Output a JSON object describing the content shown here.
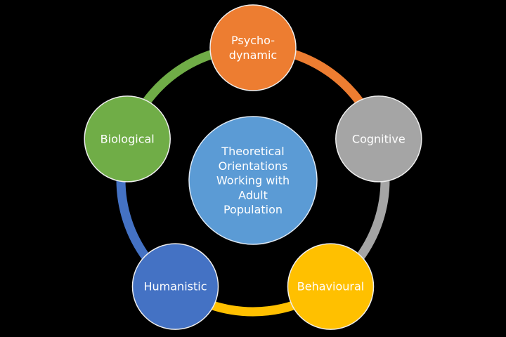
{
  "center": {
    "lines": [
      "Theoretical",
      "Orientations",
      "Working with",
      "Adult",
      "Population"
    ],
    "color": "#5B9BD5"
  },
  "nodes": [
    {
      "id": "psychodynamic",
      "lines": [
        "Psycho-",
        "dynamic"
      ],
      "color": "#ED7D31"
    },
    {
      "id": "cognitive",
      "lines": [
        "Cognitive"
      ],
      "color": "#A5A5A5"
    },
    {
      "id": "behavioural",
      "lines": [
        "Behavioural"
      ],
      "color": "#FFC000"
    },
    {
      "id": "humanistic",
      "lines": [
        "Humanistic"
      ],
      "color": "#4472C4"
    },
    {
      "id": "biological",
      "lines": [
        "Biological"
      ],
      "color": "#70AD47"
    }
  ]
}
